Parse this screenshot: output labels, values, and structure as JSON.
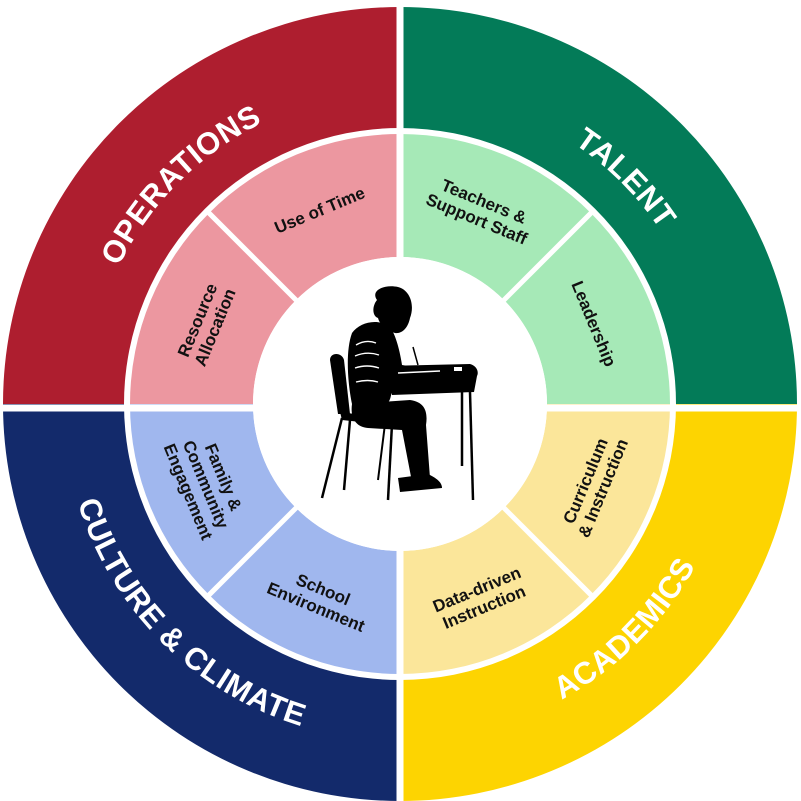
{
  "diagram": {
    "type": "segmented-wheel",
    "center_image": "student-at-desk-silhouette-icon",
    "quadrants": [
      {
        "id": "operations",
        "label": "OPERATIONS",
        "color": "#ae1e2f",
        "inner_color": "#ec97a0",
        "subdomains": [
          {
            "label_lines": [
              "Use of Time"
            ]
          },
          {
            "label_lines": [
              "Resource",
              "Allocation"
            ]
          }
        ]
      },
      {
        "id": "talent",
        "label": "TALENT",
        "color": "#037b58",
        "inner_color": "#a6e9b7",
        "subdomains": [
          {
            "label_lines": [
              "Teachers &",
              "Support Staff"
            ]
          },
          {
            "label_lines": [
              "Leadership"
            ]
          }
        ]
      },
      {
        "id": "academics",
        "label": "ACADEMICS",
        "color": "#fdd401",
        "inner_color": "#fbe69a",
        "subdomains": [
          {
            "label_lines": [
              "Curriculum",
              "& Instruction"
            ]
          },
          {
            "label_lines": [
              "Data-driven",
              "Instruction"
            ]
          }
        ]
      },
      {
        "id": "culture-climate",
        "label": "CULTURE & CLIMATE",
        "color": "#132a6b",
        "inner_color": "#a0b7ee",
        "subdomains": [
          {
            "label_lines": [
              "School",
              "Environment"
            ]
          },
          {
            "label_lines": [
              "Family &",
              "Community",
              "Engagement"
            ]
          }
        ]
      }
    ]
  }
}
